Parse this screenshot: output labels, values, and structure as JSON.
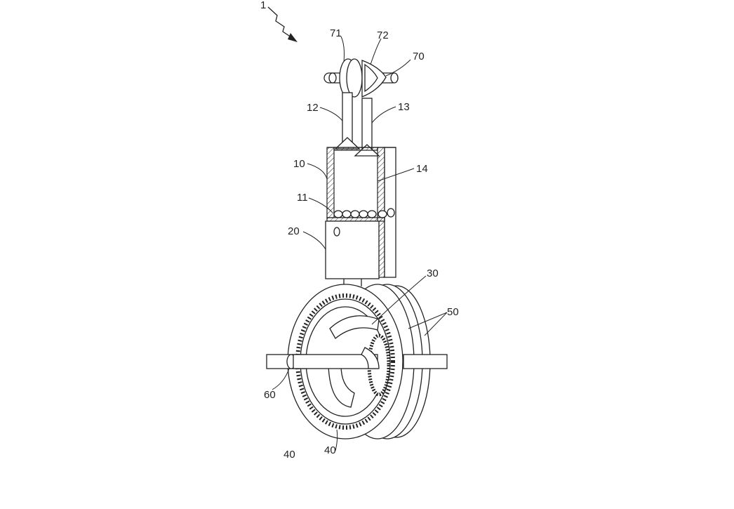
{
  "figure": {
    "labels": {
      "assembly": "1",
      "gear_outer": "40",
      "gear_inner": "40",
      "hub": "30",
      "discs": "50",
      "axle": "60",
      "shaft_top": "70",
      "cam_left": "71",
      "cam_right": "72",
      "rod_left": "12",
      "rod_right": "13",
      "cylinder": "10",
      "balls": "11",
      "chamber": "14",
      "housing": "20"
    }
  }
}
